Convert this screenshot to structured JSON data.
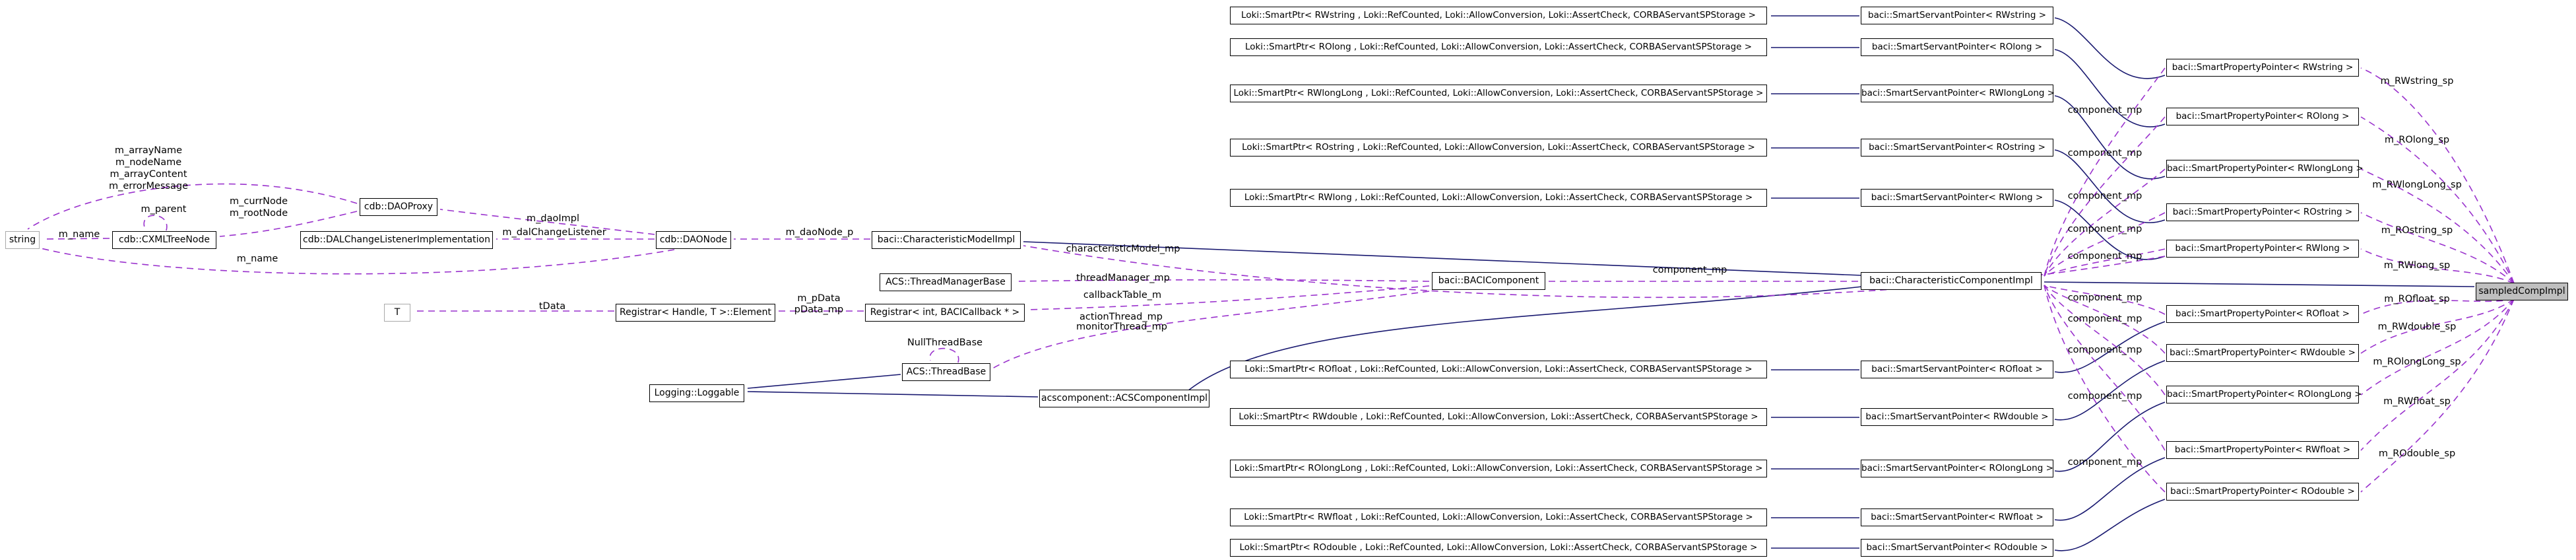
{
  "diagram": {
    "kind": "doxygen-collaboration-graph",
    "highlight_node": "sampledCompImpl",
    "colors": {
      "inheritance_edge": "#191970",
      "usage_edge": "#9a32cd",
      "node_border": "#000000",
      "external_node_border": "#a9a9a9",
      "highlight_fill": "#bfbfbf",
      "background": "#ffffff"
    },
    "nodes": {
      "string": {
        "label": "string"
      },
      "cxml_tree_node": {
        "label": "cdb::CXMLTreeNode"
      },
      "dao_proxy": {
        "label": "cdb::DAOProxy"
      },
      "dal_change_listener": {
        "label": "cdb::DALChangeListenerImplementation"
      },
      "dao_node": {
        "label": "cdb::DAONode"
      },
      "characteristic_model": {
        "label": "baci::CharacteristicModelImpl"
      },
      "thread_manager_base": {
        "label": "ACS::ThreadManagerBase"
      },
      "baci_component": {
        "label": "baci::BACIComponent"
      },
      "t_param": {
        "label": "T"
      },
      "registrar_element": {
        "label": "Registrar< Handle, T >::Element"
      },
      "registrar_callback": {
        "label": "Registrar< int, BACICallback * >"
      },
      "thread_base": {
        "label": "ACS::ThreadBase"
      },
      "loggable": {
        "label": "Logging::Loggable"
      },
      "acs_component": {
        "label": "acscomponent::ACSComponentImpl"
      },
      "characteristic_component": {
        "label": "baci::CharacteristicComponentImpl"
      },
      "sampled_comp": {
        "label": "sampledCompImpl"
      }
    },
    "property_rows": [
      {
        "type": "RWstring",
        "loki": "Loki::SmartPtr< RWstring , Loki::RefCounted, Loki::AllowConversion, Loki::AssertCheck, CORBAServantSPStorage >",
        "servant": "baci::SmartServantPointer< RWstring >",
        "property": "baci::SmartPropertyPointer< RWstring >",
        "sp_label": "m_RWstring_sp"
      },
      {
        "type": "ROlong",
        "loki": "Loki::SmartPtr< ROlong , Loki::RefCounted, Loki::AllowConversion, Loki::AssertCheck, CORBAServantSPStorage >",
        "servant": "baci::SmartServantPointer< ROlong >",
        "property": "baci::SmartPropertyPointer< ROlong >",
        "sp_label": "m_ROlong_sp"
      },
      {
        "type": "RWlongLong",
        "loki": "Loki::SmartPtr< RWlongLong , Loki::RefCounted, Loki::AllowConversion, Loki::AssertCheck, CORBAServantSPStorage >",
        "servant": "baci::SmartServantPointer< RWlongLong >",
        "property": "baci::SmartPropertyPointer< RWlongLong >",
        "sp_label": "m_RWlongLong_sp"
      },
      {
        "type": "ROstring",
        "loki": "Loki::SmartPtr< ROstring , Loki::RefCounted, Loki::AllowConversion, Loki::AssertCheck, CORBAServantSPStorage >",
        "servant": "baci::SmartServantPointer< ROstring >",
        "property": "baci::SmartPropertyPointer< ROstring >",
        "sp_label": "m_ROstring_sp"
      },
      {
        "type": "RWlong",
        "loki": "Loki::SmartPtr< RWlong , Loki::RefCounted, Loki::AllowConversion, Loki::AssertCheck, CORBAServantSPStorage >",
        "servant": "baci::SmartServantPointer< RWlong >",
        "property": "baci::SmartPropertyPointer< RWlong >",
        "sp_label": "m_RWlong_sp"
      },
      {
        "type": "ROfloat",
        "loki": "Loki::SmartPtr< ROfloat , Loki::RefCounted, Loki::AllowConversion, Loki::AssertCheck, CORBAServantSPStorage >",
        "servant": "baci::SmartServantPointer< ROfloat >",
        "property": "baci::SmartPropertyPointer< ROfloat >",
        "sp_label": "m_ROfloat_sp"
      },
      {
        "type": "RWdouble",
        "loki": "Loki::SmartPtr< RWdouble , Loki::RefCounted, Loki::AllowConversion, Loki::AssertCheck, CORBAServantSPStorage >",
        "servant": "baci::SmartServantPointer< RWdouble >",
        "property": "baci::SmartPropertyPointer< RWdouble >",
        "sp_label": "m_RWdouble_sp"
      },
      {
        "type": "ROlongLong",
        "loki": "Loki::SmartPtr< ROlongLong , Loki::RefCounted, Loki::AllowConversion, Loki::AssertCheck, CORBAServantSPStorage >",
        "servant": "baci::SmartServantPointer< ROlongLong >",
        "property": "baci::SmartPropertyPointer< ROlongLong >",
        "sp_label": "m_ROlongLong_sp"
      },
      {
        "type": "RWfloat",
        "loki": "Loki::SmartPtr< RWfloat , Loki::RefCounted, Loki::AllowConversion, Loki::AssertCheck, CORBAServantSPStorage >",
        "servant": "baci::SmartServantPointer< RWfloat >",
        "property": "baci::SmartPropertyPointer< RWfloat >",
        "sp_label": "m_RWfloat_sp"
      },
      {
        "type": "ROdouble",
        "loki": "Loki::SmartPtr< ROdouble , Loki::RefCounted, Loki::AllowConversion, Loki::AssertCheck, CORBAServantSPStorage >",
        "servant": "baci::SmartServantPointer< ROdouble >",
        "property": "baci::SmartPropertyPointer< ROdouble >",
        "sp_label": "m_ROdouble_sp"
      }
    ],
    "edge_labels": {
      "m_name": "m_name",
      "m_parent": "m_parent",
      "dao_member_strings": [
        "m_arrayName",
        "m_nodeName",
        "m_arrayContent",
        "m_errorMessage"
      ],
      "m_currNode": "m_currNode",
      "m_rootNode": "m_rootNode",
      "m_daoImpl": "m_daoImpl",
      "m_dalChangeListener": "m_dalChangeListener",
      "m_daoNode_p": "m_daoNode_p",
      "characteristicModel_mp": "characteristicModel_mp",
      "threadManager_mp": "threadManager_mp",
      "callbackTable_m": "callbackTable_m",
      "actionThread_mp": "actionThread_mp",
      "monitorThread_mp": "monitorThread_mp",
      "m_pData": "m_pData",
      "pData_mp": "pData_mp",
      "tData": "tData",
      "NullThreadBase": "NullThreadBase",
      "component_mp": "component_mp"
    }
  }
}
